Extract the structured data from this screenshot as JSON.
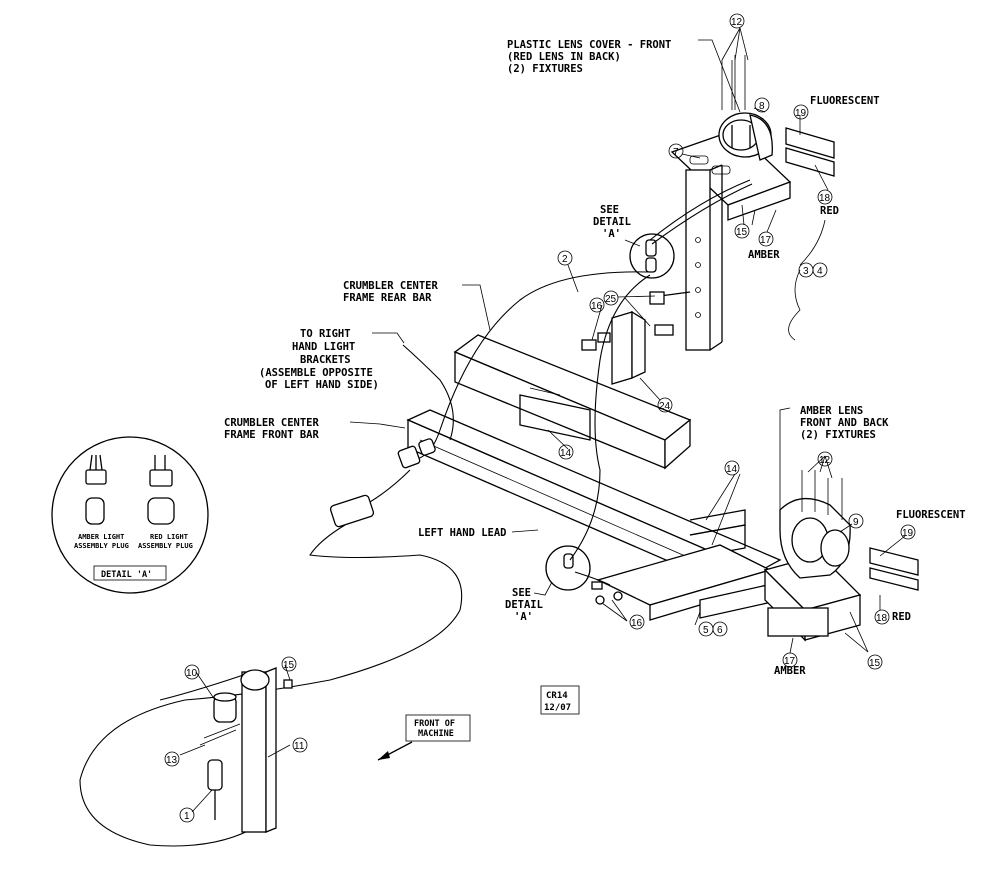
{
  "labels": {
    "lens_cover_front_1": "PLASTIC LENS COVER - FRONT",
    "lens_cover_front_2": "(RED LENS IN BACK)",
    "lens_cover_front_3": "(2) FIXTURES",
    "fluorescent_top": "FLUORESCENT",
    "red_top": "RED",
    "amber_top": "AMBER",
    "see_detail_top_1": "SEE",
    "see_detail_top_2": "DETAIL",
    "see_detail_top_3": "'A'",
    "rear_bar_1": "CRUMBLER CENTER",
    "rear_bar_2": "FRAME REAR BAR",
    "right_hand_1": "TO RIGHT",
    "right_hand_2": "HAND LIGHT",
    "right_hand_3": "BRACKETS",
    "right_hand_4": "(ASSEMBLE OPPOSITE",
    "right_hand_5": "OF LEFT HAND SIDE)",
    "front_bar_1": "CRUMBLER CENTER",
    "front_bar_2": "FRAME FRONT BAR",
    "amber_lens_1": "AMBER LENS",
    "amber_lens_2": "FRONT AND BACK",
    "amber_lens_3": "(2) FIXTURES",
    "fluorescent_bottom": "FLUORESCENT",
    "red_bottom": "RED",
    "amber_bottom": "AMBER",
    "left_hand_lead": "LEFT HAND LEAD",
    "see_detail_bottom_1": "SEE",
    "see_detail_bottom_2": "DETAIL",
    "see_detail_bottom_3": "'A'",
    "amber_plug_1": "AMBER LIGHT",
    "amber_plug_2": "ASSEMBLY PLUG",
    "red_plug_1": "RED LIGHT",
    "red_plug_2": "ASSEMBLY PLUG",
    "detail_a": "DETAIL 'A'",
    "front_machine_1": "FRONT OF",
    "front_machine_2": "MACHINE",
    "code_1": "CR14",
    "code_2": "12/07"
  },
  "callouts": {
    "c1": "1",
    "c2": "2",
    "c3": "3",
    "c4": "4",
    "c5": "5",
    "c6": "6",
    "c7": "7",
    "c8": "8",
    "c9": "9",
    "c10": "10",
    "c11": "11",
    "c12a": "12",
    "c12b": "12",
    "c13": "13",
    "c14a": "14",
    "c14b": "14",
    "c15a": "15",
    "c15b": "15",
    "c15c": "15",
    "c16a": "16",
    "c16b": "16",
    "c17a": "17",
    "c17b": "17",
    "c18a": "18",
    "c18b": "18",
    "c19a": "19",
    "c19b": "19",
    "c24": "24",
    "c25": "25"
  }
}
